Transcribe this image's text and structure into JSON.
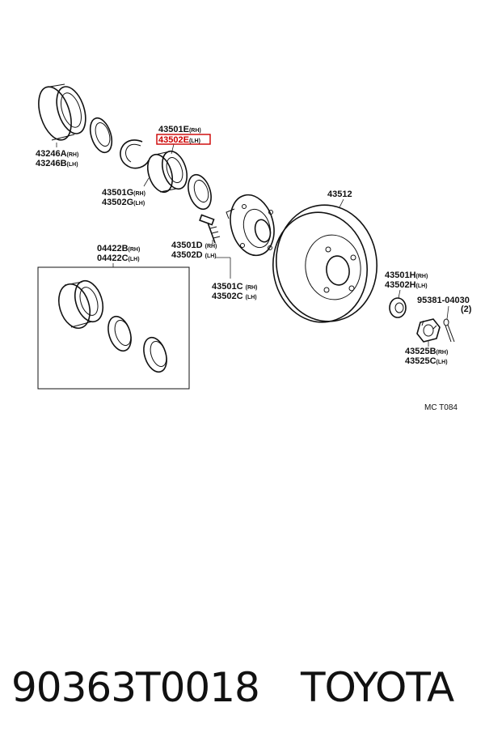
{
  "diagram": {
    "labels": {
      "seal_rh": "43246A",
      "seal_rh_side": "(RH)",
      "seal_lh": "43246B",
      "seal_lh_side": "(LH)",
      "bearing_rh": "43501E",
      "bearing_rh_side": "(RH)",
      "bearing_lh": "43502E",
      "bearing_lh_side": "(LH)",
      "snap_rh": "43501G",
      "snap_rh_side": "(RH)",
      "snap_lh": "43502G",
      "snap_lh_side": "(LH)",
      "kit_rh": "04422B",
      "kit_rh_side": "(RH)",
      "kit_lh": "04422C",
      "kit_lh_side": "(LH)",
      "bolt_rh": "43501D",
      "bolt_rh_side": "(RH)",
      "bolt_lh": "43502D",
      "bolt_lh_side": "(LH)",
      "hub_rh": "43501C",
      "hub_rh_side": "(RH)",
      "hub_lh": "43502C",
      "hub_lh_side": "(LH)",
      "disc": "43512",
      "cap_rh": "43501H",
      "cap_rh_side": "(RH)",
      "cap_lh": "43502H",
      "cap_lh_side": "(LH)",
      "cotter": "95381-04030",
      "cotter_qty": "(2)",
      "nut_rh": "43525B",
      "nut_rh_side": "(RH)",
      "nut_lh": "43525C",
      "nut_lh_side": "(LH)",
      "code": "MC  T084"
    },
    "highlight_color": "#cc0000"
  },
  "footer": {
    "part_number": "90363T0018",
    "brand": "TOYOTA"
  }
}
